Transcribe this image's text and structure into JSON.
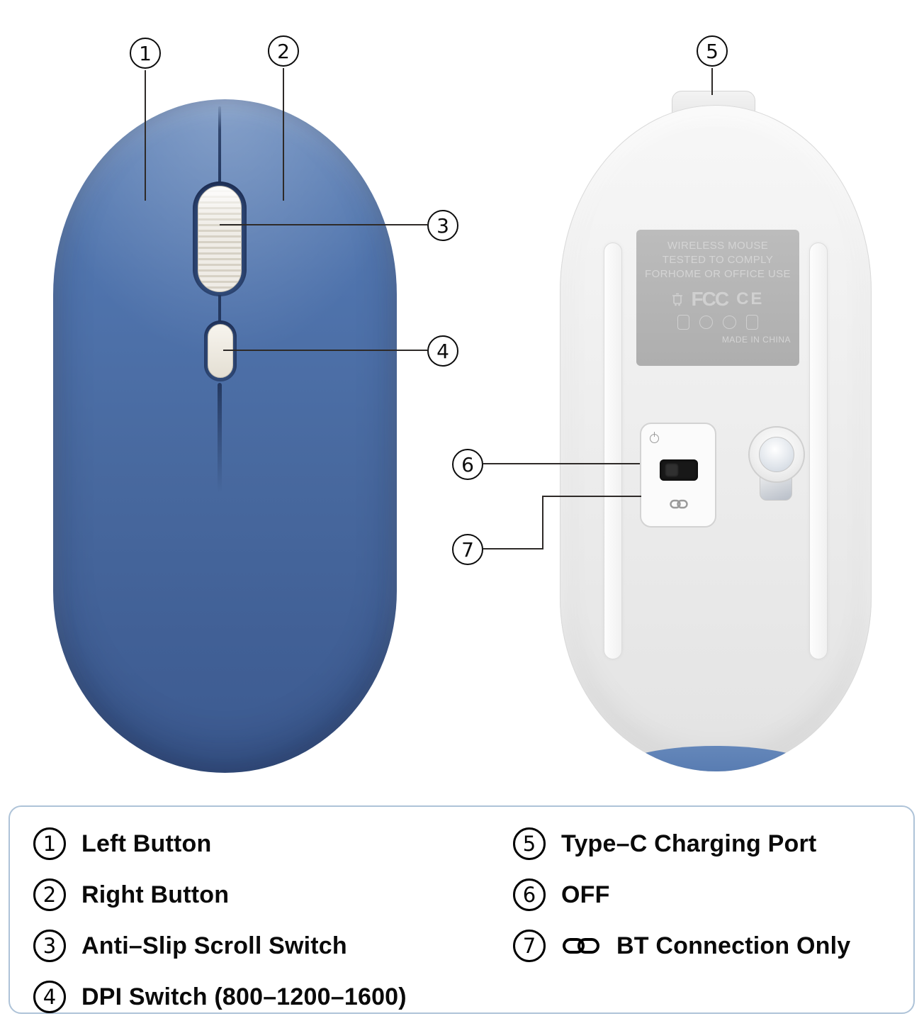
{
  "callouts": {
    "c1": "1",
    "c2": "2",
    "c3": "3",
    "c4": "4",
    "c5": "5",
    "c6": "6",
    "c7": "7"
  },
  "legend": {
    "left": [
      {
        "num": "1",
        "label": "Left Button"
      },
      {
        "num": "2",
        "label": "Right Button"
      },
      {
        "num": "3",
        "label": "Anti–Slip Scroll Switch"
      },
      {
        "num": "4",
        "label": "DPI Switch (800–1200–1600)"
      }
    ],
    "right": [
      {
        "num": "5",
        "label": "Type–C Charging Port"
      },
      {
        "num": "6",
        "label": "OFF"
      },
      {
        "num": "7",
        "label": "BT Connection Only",
        "icon": "bt-link-icon"
      }
    ]
  },
  "back_plate": {
    "line1": "WIRELESS MOUSE",
    "line2": "TESTED TO COMPLY",
    "line3": "FORHOME OR OFFICE USE",
    "fcc": "FCC",
    "ce": "CE",
    "made_in": "MADE IN CHINA"
  },
  "colors": {
    "mouse_blue": "#4a6da7",
    "mouse_white": "#ededed",
    "legend_border": "#aec3d8",
    "callout_line": "#2e2a28"
  }
}
